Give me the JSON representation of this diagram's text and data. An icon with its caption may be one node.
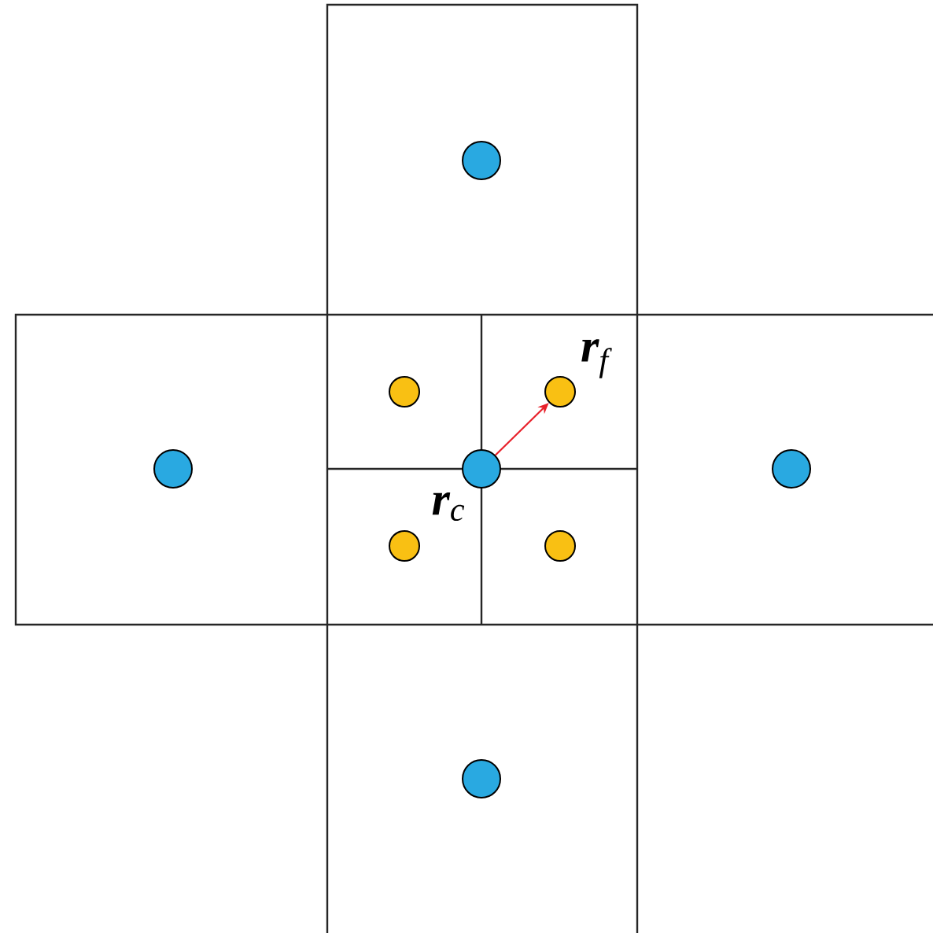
{
  "diagram": {
    "nodes": [
      {
        "text": [],
        "shape": "circle"
      },
      {
        "text": [],
        "shape": "circle"
      },
      {
        "text": [],
        "shape": "circle",
        "beside": [
          "**r**$_{f}$"
        ]
      },
      {
        "text": [],
        "shape": "circle"
      },
      {
        "text": [],
        "shape": "circle",
        "beside": [
          "**r**$_{c}$"
        ]
      },
      {
        "text": [],
        "shape": "circle"
      },
      {
        "text": [],
        "shape": "circle"
      },
      {
        "text": [],
        "shape": "circle"
      },
      {
        "text": [],
        "shape": "circle"
      }
    ],
    "edges": [
      {
        "from": 4,
        "to": 2,
        "arrow": "to",
        "color": "#e8202a"
      }
    ]
  }
}
